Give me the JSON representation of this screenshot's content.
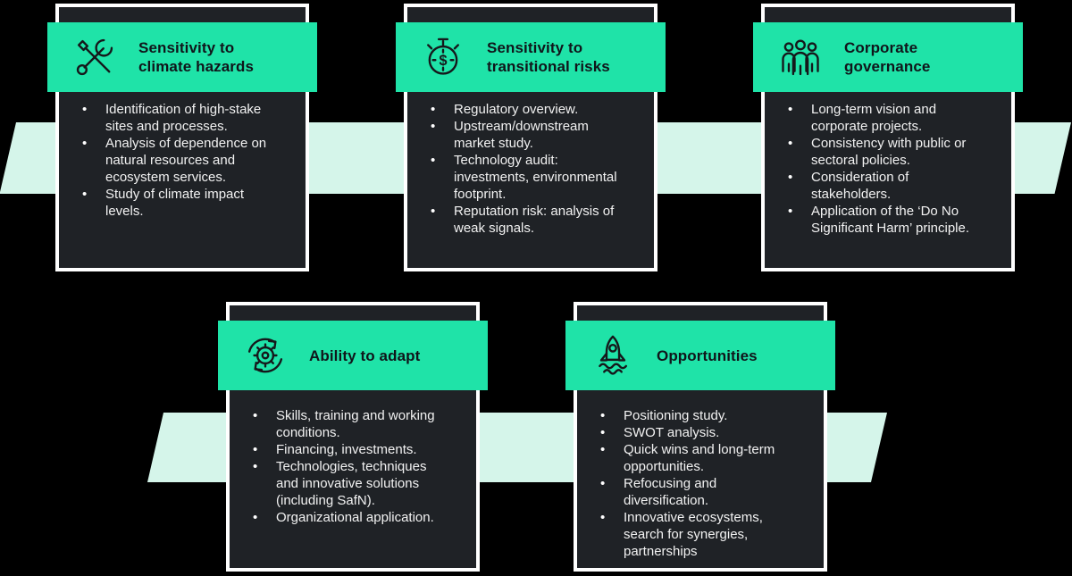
{
  "page": {
    "background_color": "#000000",
    "colors": {
      "card_background": "#1f2226",
      "card_border": "#ffffff",
      "header_teal": "#1fe3a8",
      "band_mint": "#d5f5ea",
      "title_text": "#10151a",
      "body_text": "#f2f2f2",
      "icon_stroke": "#15181b"
    }
  },
  "cards": [
    {
      "icon": "tools-icon",
      "title": "Sensitivity to\nclimate hazards",
      "bullets": [
        "Identification of high-stake\nsites and processes.",
        "Analysis of dependence on\nnatural resources and\necosystem services.",
        "Study of climate impact\nlevels."
      ]
    },
    {
      "icon": "stopwatch-dollar-icon",
      "title": "Sensitivity to\ntransitional risks",
      "bullets": [
        "Regulatory overview.",
        "Upstream/downstream\nmarket study.",
        "Technology audit:\ninvestments, environmental\nfootprint.",
        "Reputation risk: analysis of\nweak signals."
      ]
    },
    {
      "icon": "people-group-icon",
      "title": "Corporate\ngovernance",
      "bullets": [
        "Long-term vision and\ncorporate projects.",
        "Consistency with public or\nsectoral policies.",
        "Consideration of\nstakeholders.",
        "Application of the ‘Do No\nSignificant Harm’ principle."
      ]
    },
    {
      "icon": "gear-arrows-icon",
      "title": "Ability to adapt",
      "bullets": [
        "Skills, training and working\nconditions.",
        "Financing, investments.",
        "Technologies, techniques\nand innovative solutions\n(including SafN).",
        "Organizational application."
      ]
    },
    {
      "icon": "rocket-icon",
      "title": "Opportunities",
      "bullets": [
        "Positioning study.",
        "SWOT analysis.",
        "Quick wins and long-term\nopportunities.",
        "Refocusing and\ndiversification.",
        "Innovative ecosystems,\nsearch for synergies,\npartnerships"
      ]
    }
  ]
}
